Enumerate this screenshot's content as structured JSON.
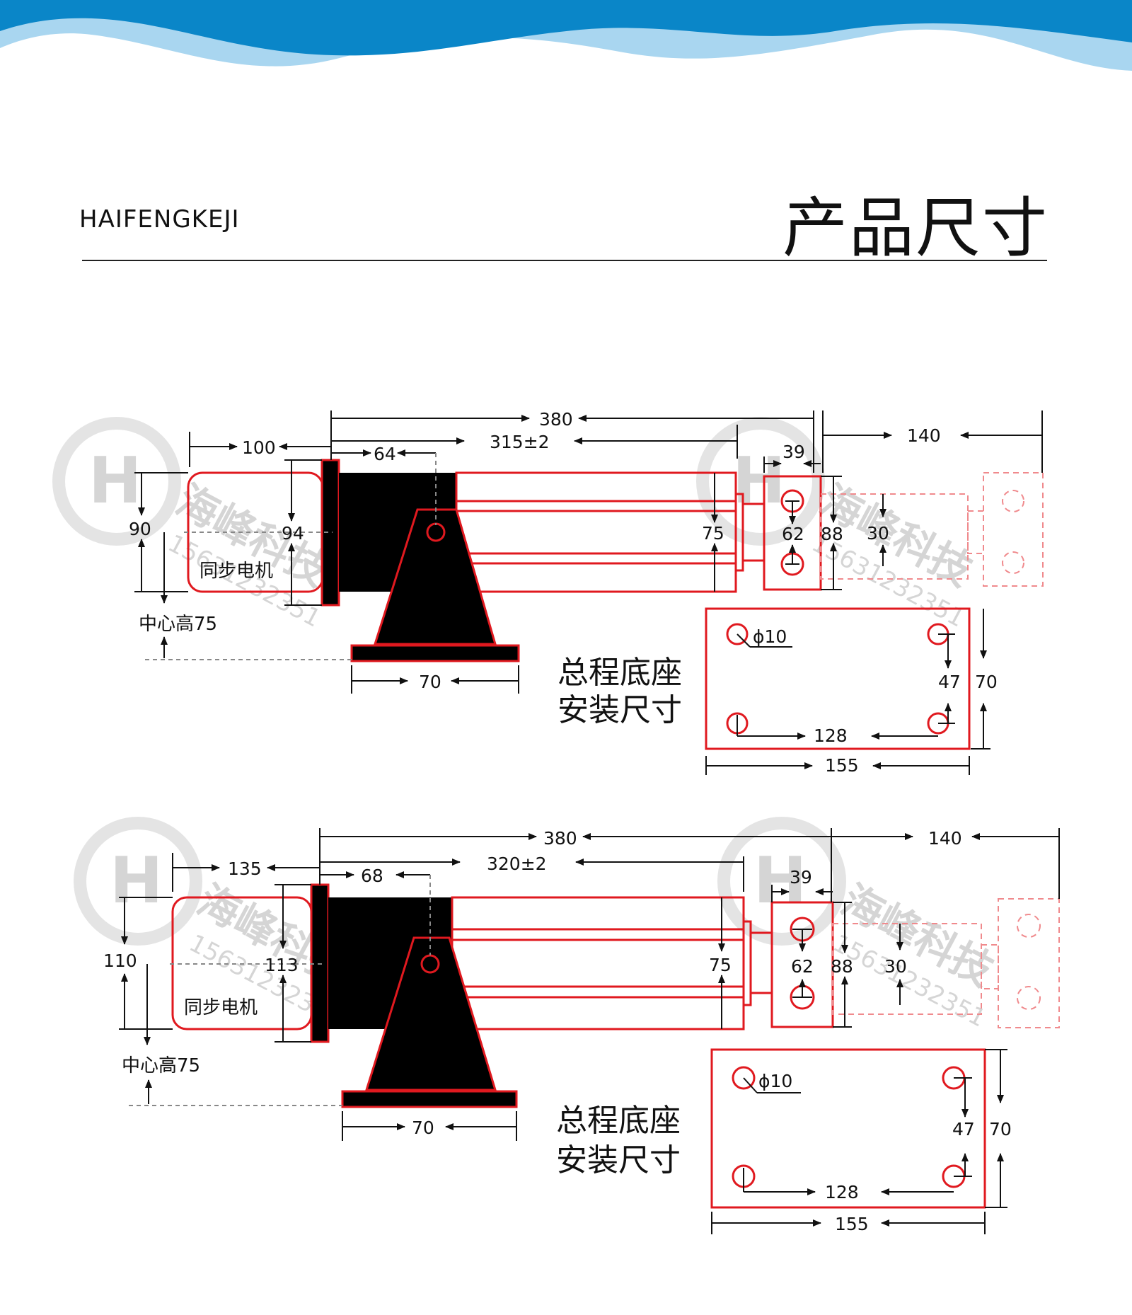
{
  "header": {
    "brand": "HAIFENGKEJI",
    "title": "产品尺寸"
  },
  "colors": {
    "wave_dark": "#0a86c8",
    "wave_light": "#a9d6f0",
    "outline_red": "#e0191f",
    "dashed_pink": "#f08a8d",
    "body_black": "#000000"
  },
  "watermark": {
    "logo_text": "海峰科技",
    "phone": "15631232351"
  },
  "diagram1": {
    "overall": "380",
    "ext": "140",
    "motor_len": "100",
    "stroke": "315±2",
    "mount_off": "64",
    "end_w": "39",
    "motor_h": "90",
    "flange_h": "94",
    "tube_h": "75",
    "hole_pitch": "62",
    "end_h": "88",
    "rod_h": "30",
    "motor_label": "同步电机",
    "center_label": "中心高75",
    "base_w": "70",
    "base_title_1": "总程底座",
    "base_title_2": "安装尺寸",
    "hole_dia": "ϕ10",
    "plate_hole_y": "47",
    "plate_h": "70",
    "plate_hole_x": "128",
    "plate_w": "155"
  },
  "diagram2": {
    "overall": "380",
    "ext": "140",
    "motor_len": "135",
    "stroke": "320±2",
    "mount_off": "68",
    "end_w": "39",
    "motor_h": "110",
    "flange_h": "113",
    "tube_h": "75",
    "hole_pitch": "62",
    "end_h": "88",
    "rod_h": "30",
    "motor_label": "同步电机",
    "center_label": "中心高75",
    "base_w": "70",
    "base_title_1": "总程底座",
    "base_title_2": "安装尺寸",
    "hole_dia": "ϕ10",
    "plate_hole_y": "47",
    "plate_h": "70",
    "plate_hole_x": "128",
    "plate_w": "155"
  }
}
